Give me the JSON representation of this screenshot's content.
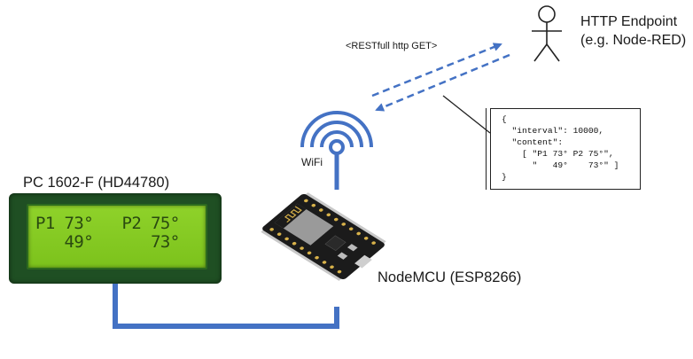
{
  "labels": {
    "lcd_title": "PC 1602-F (HD44780)",
    "mcu_title": "NodeMCU (ESP8266)",
    "http_line1": "HTTP Endpoint",
    "http_line2": "(e.g. Node-RED)",
    "wifi": "WiFi",
    "rest": "<RESTfull http GET>"
  },
  "lcd": {
    "line1": "P1 73°   P2 75°",
    "line2": "   49°      73°"
  },
  "json_payload": {
    "lines": [
      "{",
      "  \"interval\": 10000,",
      "  \"content\":",
      "    [ \"P1 73° P2 75°\",",
      "      \"   49°    73°\" ]",
      "}"
    ]
  },
  "colors": {
    "wire": "#4472c4",
    "lcd_pcb": "#1f4f23",
    "lcd_screen": "#86cc24",
    "pcb": "#1b1b1b",
    "module": "#9a9a9a"
  },
  "icons": {
    "endpoint": "stick-figure-icon",
    "wifi": "wifi-antenna-icon"
  }
}
